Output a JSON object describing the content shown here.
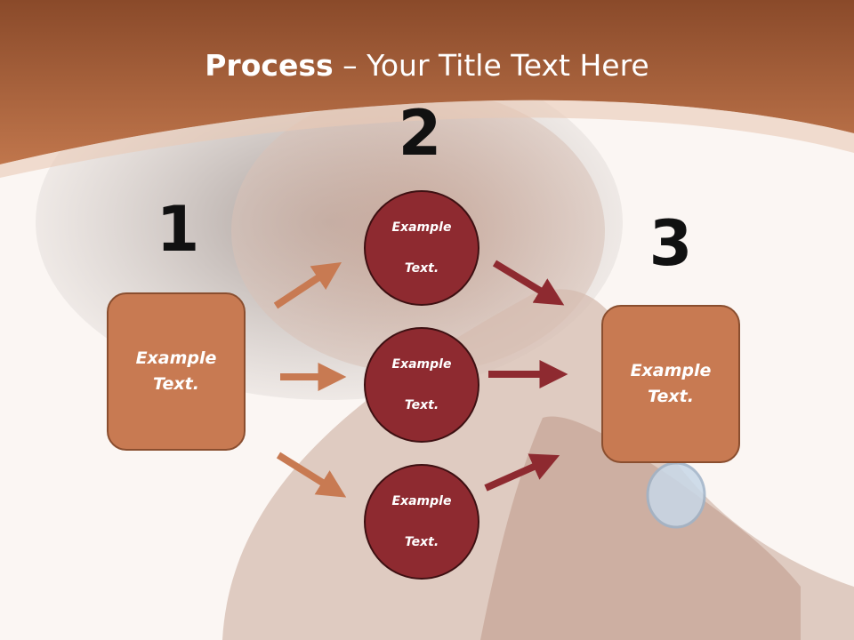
{
  "title": {
    "bold": "Process",
    "rest": " – Your Title Text Here"
  },
  "steps": {
    "one": "1",
    "two": "2",
    "three": "3"
  },
  "left_box": {
    "line1": "Example",
    "line2": "Text."
  },
  "right_box": {
    "line1": "Example",
    "line2": "Text."
  },
  "circles": [
    {
      "line1": "Example",
      "line2": "Text."
    },
    {
      "line1": "Example",
      "line2": "Text."
    },
    {
      "line1": "Example",
      "line2": "Text."
    }
  ],
  "colors": {
    "banner": "#b56640",
    "box_fill": "#c87a52",
    "circle_fill": "#8e2a30",
    "arrow_left": "#c87a52",
    "arrow_right": "#8e2a30"
  }
}
